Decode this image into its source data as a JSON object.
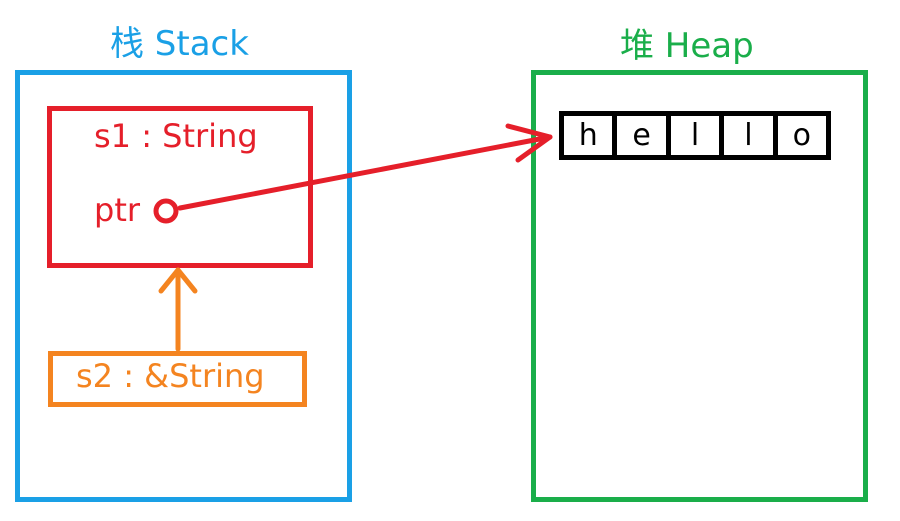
{
  "diagram": {
    "stack_title": "栈 Stack",
    "heap_title": "堆 Heap",
    "s1_label": "s1 : String",
    "ptr_label": "ptr",
    "s2_label": "s2 : &String",
    "heap_chars": [
      "h",
      "e",
      "l",
      "l",
      "o"
    ],
    "colors": {
      "stack": "#1aa0e6",
      "heap": "#1aae4a",
      "s1": "#e51f2a",
      "s2": "#f48420",
      "cells": "#000000"
    }
  }
}
